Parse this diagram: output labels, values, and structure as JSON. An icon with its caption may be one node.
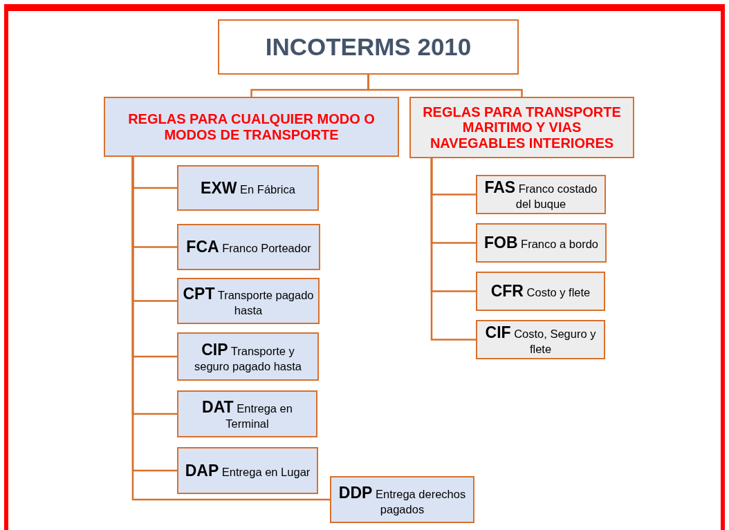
{
  "diagram": {
    "nodes": [
      {
        "text": [
          "INCOTERMS 2010"
        ]
      },
      {
        "text": [
          "REGLAS PARA CUALQUIER MODO O MODOS DE TRANSPORTE"
        ]
      },
      {
        "text": [
          "REGLAS PARA TRANSPORTE MARITIMO Y VIAS NAVEGABLES INTERIORES"
        ]
      },
      {
        "text": [
          "**EXW** En Fábrica"
        ]
      },
      {
        "text": [
          "**FCA** Franco Porteador"
        ]
      },
      {
        "text": [
          "**CPT** Transporte pagado hasta"
        ]
      },
      {
        "text": [
          "**CIP** Transporte y seguro pagado hasta"
        ]
      },
      {
        "text": [
          "**DAT** Entrega en Terminal"
        ]
      },
      {
        "text": [
          "**DAP** Entrega en Lugar"
        ]
      },
      {
        "text": [
          "**DDP** Entrega derechos pagados"
        ]
      },
      {
        "text": [
          "**FAS** Franco costado del buque"
        ]
      },
      {
        "text": [
          "**FOB** Franco a bordo"
        ]
      },
      {
        "text": [
          "**CFR** Costo y flete"
        ]
      },
      {
        "text": [
          "**CIF** Costo, Seguro y flete"
        ]
      }
    ],
    "edges": [
      {
        "from": 0,
        "to": 1,
        "arrow": "none"
      },
      {
        "from": 0,
        "to": 2,
        "arrow": "none"
      },
      {
        "from": 1,
        "to": 3,
        "arrow": "none"
      },
      {
        "from": 1,
        "to": 4,
        "arrow": "none"
      },
      {
        "from": 1,
        "to": 5,
        "arrow": "none"
      },
      {
        "from": 1,
        "to": 6,
        "arrow": "none"
      },
      {
        "from": 1,
        "to": 7,
        "arrow": "none"
      },
      {
        "from": 1,
        "to": 8,
        "arrow": "none"
      },
      {
        "from": 1,
        "to": 9,
        "arrow": "none"
      },
      {
        "from": 2,
        "to": 10,
        "arrow": "none"
      },
      {
        "from": 2,
        "to": 11,
        "arrow": "none"
      },
      {
        "from": 2,
        "to": 12,
        "arrow": "none"
      },
      {
        "from": 2,
        "to": 13,
        "arrow": "none"
      }
    ]
  }
}
